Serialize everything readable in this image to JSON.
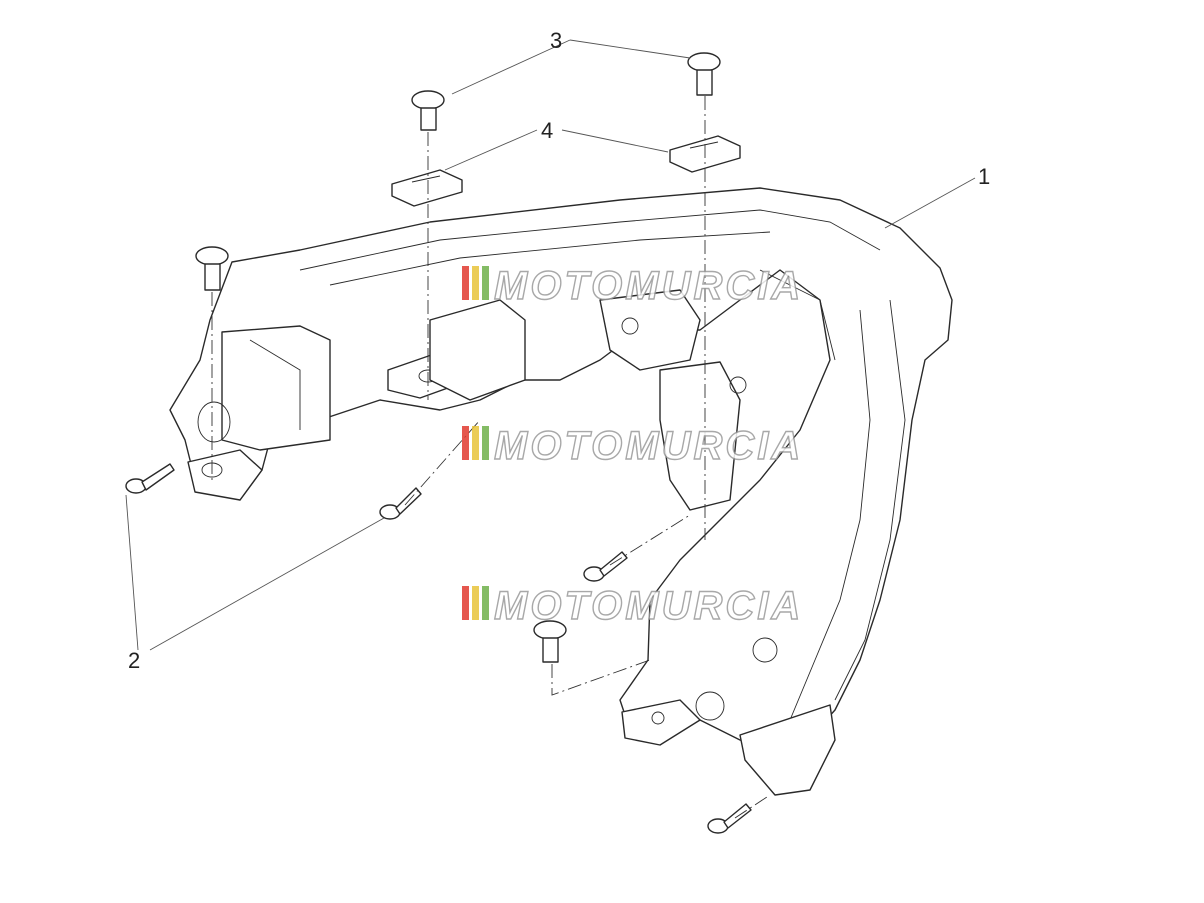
{
  "diagram": {
    "callouts": [
      {
        "id": "1",
        "label": "1"
      },
      {
        "id": "2",
        "label": "2"
      },
      {
        "id": "3",
        "label": "3"
      },
      {
        "id": "4",
        "label": "4"
      }
    ],
    "watermark": {
      "text": "MOTOMURCIA",
      "colors": [
        "#e03a2f",
        "#e8c33a",
        "#6fb04a"
      ]
    }
  }
}
